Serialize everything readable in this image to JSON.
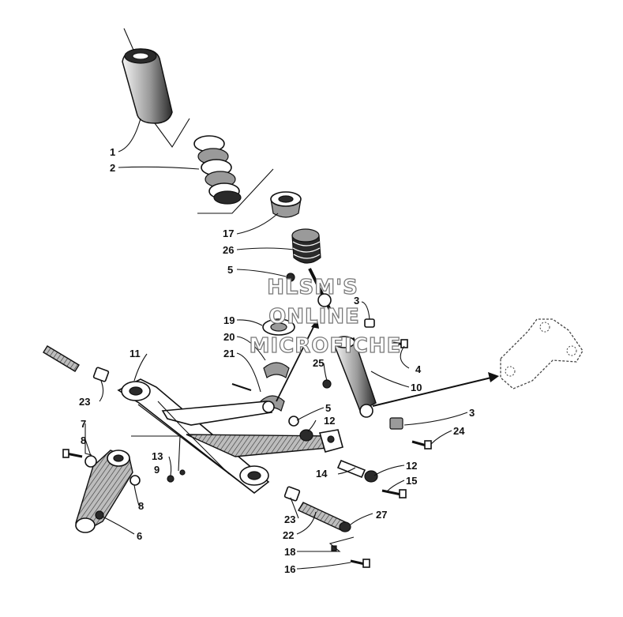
{
  "watermark": {
    "lines": [
      "HLSM'S",
      "ONLINE",
      "MICROFICHE"
    ]
  },
  "callouts": {
    "c1": "1",
    "c2": "2",
    "c3a": "3",
    "c3b": "3",
    "c4": "4",
    "c5a": "5",
    "c5b": "5",
    "c6": "6",
    "c7": "7",
    "c8a": "8",
    "c8b": "8",
    "c9": "9",
    "c10": "10",
    "c11": "11",
    "c12a": "12",
    "c12b": "12",
    "c13": "13",
    "c14": "14",
    "c15": "15",
    "c16": "16",
    "c17": "17",
    "c18": "18",
    "c19": "19",
    "c20": "20",
    "c21": "21",
    "c22": "22",
    "c23a": "23",
    "c23b": "23",
    "c24": "24",
    "c25": "25",
    "c26": "26",
    "c27": "27"
  }
}
